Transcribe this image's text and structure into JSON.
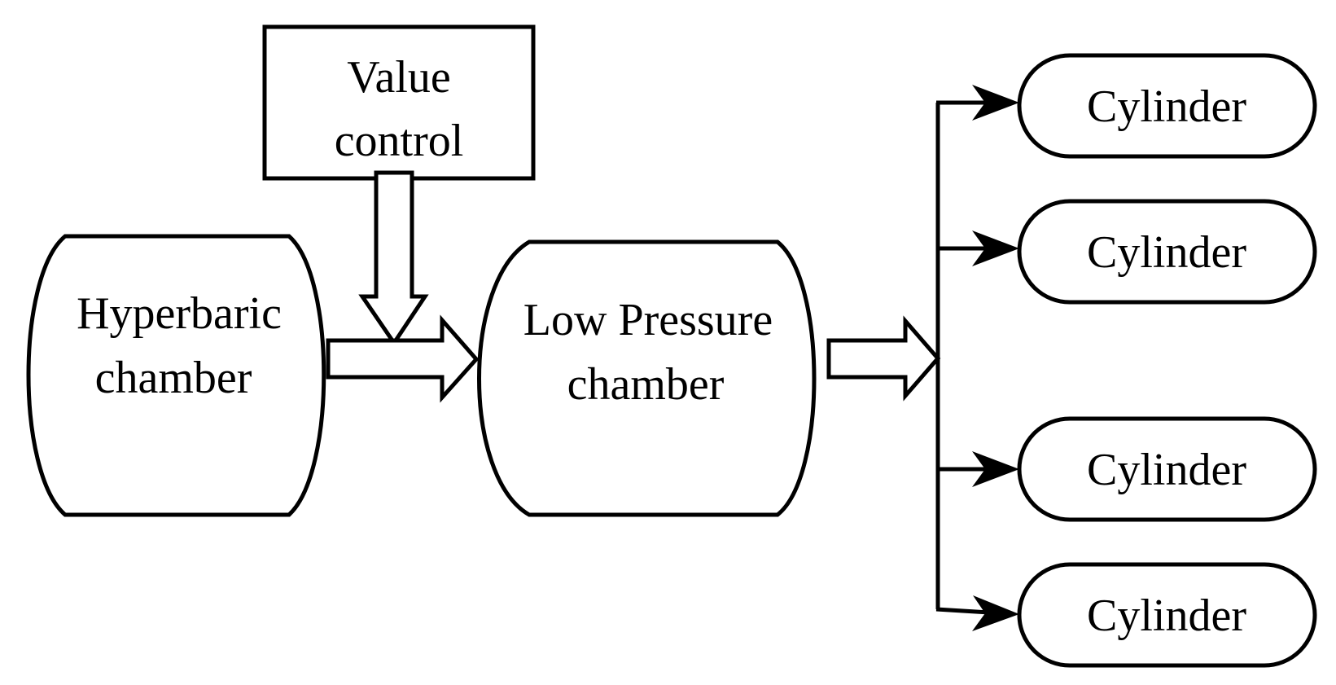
{
  "diagram": {
    "value_control": {
      "line1": "Value",
      "line2": "control"
    },
    "hyperbaric_chamber": {
      "line1": "Hyperbaric",
      "line2": "chamber"
    },
    "low_pressure_chamber": {
      "line1": "Low Pressure",
      "line2": "chamber"
    },
    "cylinders": [
      {
        "label": "Cylinder"
      },
      {
        "label": "Cylinder"
      },
      {
        "label": "Cylinder"
      },
      {
        "label": "Cylinder"
      }
    ]
  },
  "colors": {
    "stroke": "#000000",
    "fill": "#ffffff"
  }
}
